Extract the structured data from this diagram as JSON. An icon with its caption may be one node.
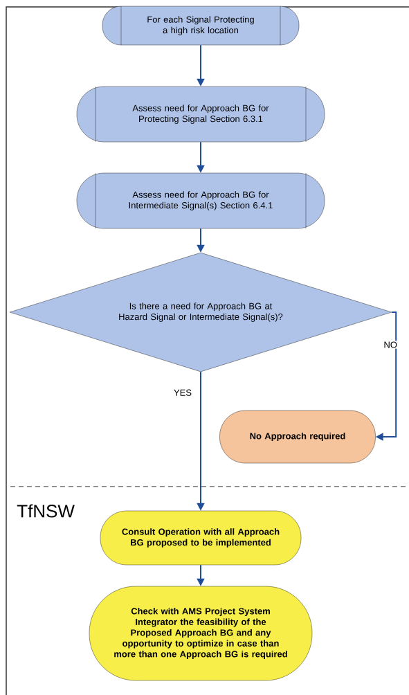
{
  "diagram": {
    "nodes": [
      {
        "text": [
          "For each Signal Protecting a high risk location"
        ]
      },
      {
        "text": [
          "Assess need for Approach BG for Protecting Signal Section 6.3.1"
        ]
      },
      {
        "text": [
          "Assess need for Approach BG for Intermediate Signal(s) Section 6.4.1"
        ]
      },
      {
        "text": [
          "Is there a need for Approach BG at Hazard Signal or Intermediate Signal(s)?"
        ]
      },
      {
        "text": [
          "No Approach required"
        ]
      },
      {
        "text": [
          "Consult Operation with all Approach BG proposed to be implemented"
        ]
      },
      {
        "text": [
          "Check with AMS Project System Integrator the feasibility of the Proposed Approach BG and any opportunity to optimize in case than more than one Approach BG is required"
        ]
      }
    ],
    "edges": [
      {
        "from": 0,
        "to": 1,
        "arrow": "to"
      },
      {
        "from": 1,
        "to": 2,
        "arrow": "to"
      },
      {
        "from": 2,
        "to": 3,
        "arrow": "to"
      },
      {
        "from": 3,
        "to": 4,
        "arrow": "to",
        "label": "NO"
      },
      {
        "from": 3,
        "to": 5,
        "arrow": "to",
        "label": "YES"
      },
      {
        "from": 5,
        "to": 6,
        "arrow": "to"
      }
    ],
    "labels": [
      "TfNSW"
    ]
  }
}
